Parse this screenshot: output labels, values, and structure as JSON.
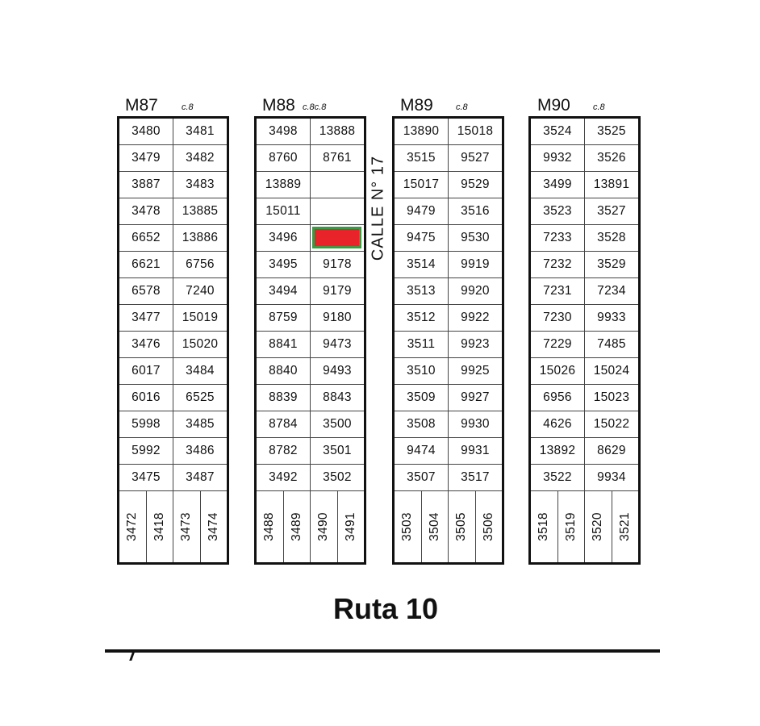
{
  "street": {
    "label": "CALLE  N° 17"
  },
  "road": {
    "label": "Ruta 10"
  },
  "highlight_color": "#e8232a",
  "highlight_border_color": "#3c9a44",
  "blocks": [
    {
      "label": "M87",
      "subtext": "c.8",
      "rows": [
        [
          "3480",
          "3481"
        ],
        [
          "3479",
          "3482"
        ],
        [
          "3887",
          "3483"
        ],
        [
          "3478",
          "13885"
        ],
        [
          "6652",
          "13886"
        ],
        [
          "6621",
          "6756"
        ],
        [
          "6578",
          "7240"
        ],
        [
          "3477",
          "15019"
        ],
        [
          "3476",
          "15020"
        ],
        [
          "6017",
          "3484"
        ],
        [
          "6016",
          "6525"
        ],
        [
          "5998",
          "3485"
        ],
        [
          "5992",
          "3486"
        ],
        [
          "3475",
          "3487"
        ]
      ],
      "bottom": [
        "3472",
        "3418",
        "3473",
        "3474"
      ]
    },
    {
      "label": "M88",
      "subtext": "c.8c.8",
      "rows": [
        [
          "3498",
          "13888"
        ],
        [
          "8760",
          "8761"
        ],
        [
          "13889",
          ""
        ],
        [
          "15011",
          ""
        ],
        [
          "3496",
          ""
        ],
        [
          "3495",
          "9178"
        ],
        [
          "3494",
          "9179"
        ],
        [
          "8759",
          "9180"
        ],
        [
          "8841",
          "9473"
        ],
        [
          "8840",
          "9493"
        ],
        [
          "8839",
          "8843"
        ],
        [
          "8784",
          "3500"
        ],
        [
          "8782",
          "3501"
        ],
        [
          "3492",
          "3502"
        ]
      ],
      "highlighted_lot": "row 5, right",
      "bottom": [
        "3488",
        "3489",
        "3490",
        "3491"
      ]
    },
    {
      "label": "M89",
      "subtext": "c.8",
      "rows": [
        [
          "13890",
          "15018"
        ],
        [
          "3515",
          "9527"
        ],
        [
          "15017",
          "9529"
        ],
        [
          "9479",
          "3516"
        ],
        [
          "9475",
          "9530"
        ],
        [
          "3514",
          "9919"
        ],
        [
          "3513",
          "9920"
        ],
        [
          "3512",
          "9922"
        ],
        [
          "3511",
          "9923"
        ],
        [
          "3510",
          "9925"
        ],
        [
          "3509",
          "9927"
        ],
        [
          "3508",
          "9930"
        ],
        [
          "9474",
          "9931"
        ],
        [
          "3507",
          "3517"
        ]
      ],
      "bottom": [
        "3503",
        "3504",
        "3505",
        "3506"
      ]
    },
    {
      "label": "M90",
      "subtext": "c.8",
      "rows": [
        [
          "3524",
          "3525"
        ],
        [
          "9932",
          "3526"
        ],
        [
          "3499",
          "13891"
        ],
        [
          "3523",
          "3527"
        ],
        [
          "7233",
          "3528"
        ],
        [
          "7232",
          "3529"
        ],
        [
          "7231",
          "7234"
        ],
        [
          "7230",
          "9933"
        ],
        [
          "7229",
          "7485"
        ],
        [
          "15026",
          "15024"
        ],
        [
          "6956",
          "15023"
        ],
        [
          "4626",
          "15022"
        ],
        [
          "13892",
          "8629"
        ],
        [
          "3522",
          "9934"
        ]
      ],
      "bottom": [
        "3518",
        "3519",
        "3520",
        "3521"
      ]
    }
  ]
}
